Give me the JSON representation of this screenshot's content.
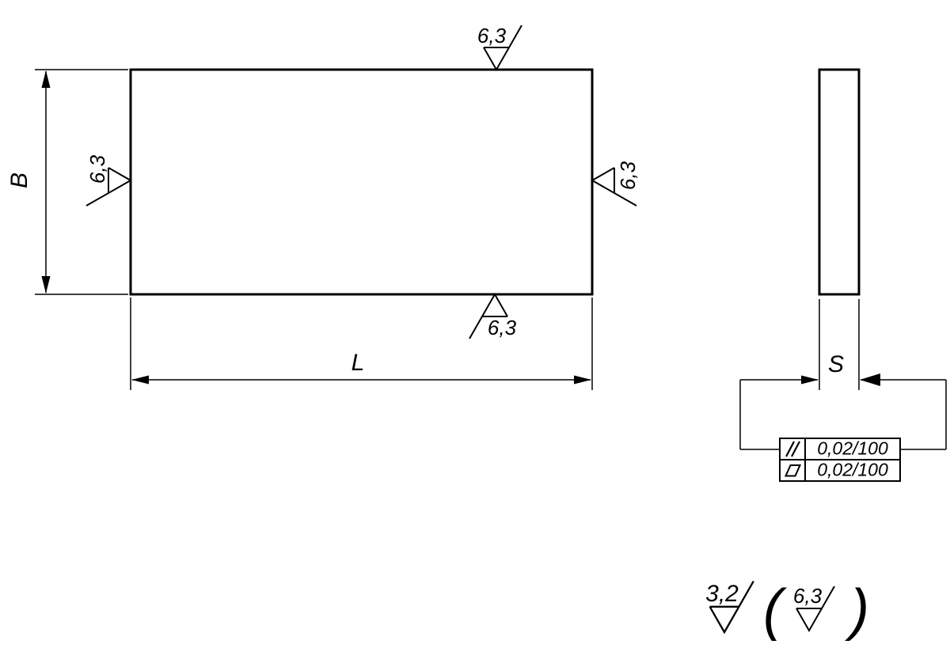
{
  "drawing": {
    "front_view": {
      "height_label": "B",
      "length_label": "L",
      "roughness": {
        "top": "6,3",
        "left": "6,3",
        "right": "6,3",
        "bottom": "6,3"
      }
    },
    "side_view": {
      "thickness_label": "S"
    },
    "tolerance_frame": {
      "rows": [
        {
          "symbol": "parallelism",
          "value": "0,02/100"
        },
        {
          "symbol": "flatness",
          "value": "0,02/100"
        }
      ]
    },
    "surface_note": {
      "general_value": "3,2",
      "open_paren": "(",
      "reference_value": "6,3",
      "close_paren": ")"
    },
    "colors": {
      "ink": "#000000",
      "background": "#ffffff"
    }
  }
}
